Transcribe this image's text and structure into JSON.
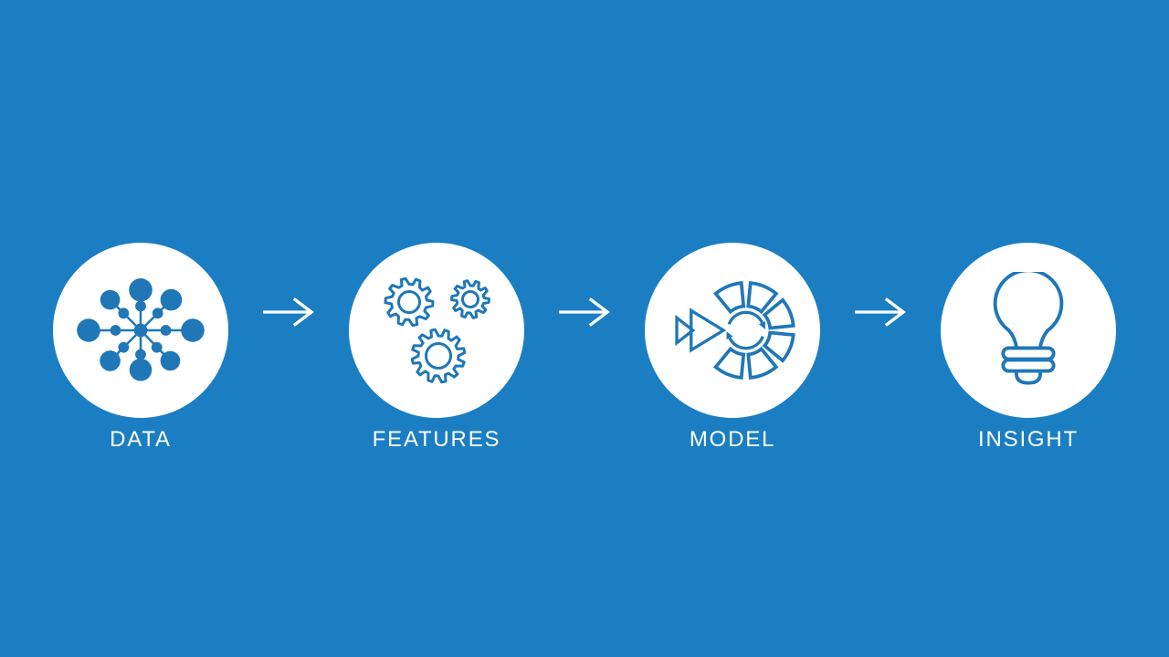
{
  "pipeline": {
    "steps": [
      {
        "id": "data",
        "label": "DATA",
        "icon": "data-network-icon"
      },
      {
        "id": "features",
        "label": "FEATURES",
        "icon": "gears-icon"
      },
      {
        "id": "model",
        "label": "MODEL",
        "icon": "model-cycle-icon"
      },
      {
        "id": "insight",
        "label": "INSIGHT",
        "icon": "lightbulb-icon"
      }
    ],
    "connector": "arrow-right-icon"
  },
  "colors": {
    "background": "#1b7ec3",
    "icon_blue": "#1f77b8",
    "circle_fill": "#ffffff",
    "text": "#ffffff"
  }
}
